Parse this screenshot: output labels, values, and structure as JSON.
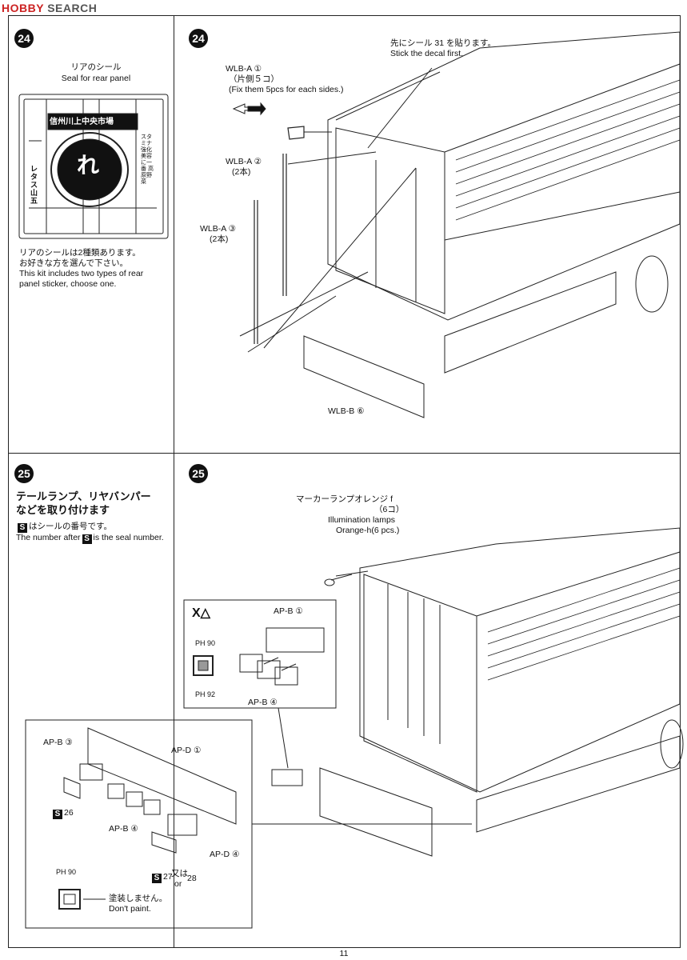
{
  "watermark": {
    "brand": "HOBBY",
    "suffix": "SEARCH"
  },
  "steps": {
    "s24": "24",
    "s25": "25"
  },
  "rear_seal": {
    "title_jp": "リアのシール",
    "title_en": "Seal for rear panel",
    "note_jp_1": "リアのシールは2種類あります。",
    "note_jp_2": "お好きな方を選んで下さい。",
    "note_en_1": "This kit includes two types of rear",
    "note_en_2": "panel sticker, choose one.",
    "decal_banner": "信州川上中央市場",
    "decal_left": "レタス山五",
    "decal_right": "スタミナ強化 美容に一番 高原野菜",
    "decal_center": "れ"
  },
  "step24": {
    "decal_note_jp": "先にシール 31 を貼ります。",
    "decal_note_en": "Stick the decal first.",
    "wlba1": "WLB-A ①",
    "wlba1_jp": "（片側５コ）",
    "wlba1_en": "(Fix them 5pcs for each sides.)",
    "wlba2": "WLB-A ②",
    "wlba2_qty": "(2本)",
    "wlba3": "WLB-A ③",
    "wlba3_qty": "(2本)",
    "wlbb6": "WLB-B ⑥"
  },
  "step25": {
    "heading_jp_1": "テールランプ、リヤバンパー",
    "heading_jp_2": "などを取り付けます",
    "s_note_jp": "はシールの番号です。",
    "s_note_en_1": "The number after",
    "s_note_en_2": "is the seal number.",
    "s_letter": "S",
    "marker_jp": "マーカーランプオレンジ f",
    "marker_qty": "（6コ）",
    "marker_en_1": "Illumination lamps",
    "marker_en_2": "Orange-h(6 pcs.)",
    "apb1": "AP-B ①",
    "apb4_top": "AP-B ④",
    "ph90": "PH 90",
    "ph92": "PH 92",
    "apb3": "AP-B ③",
    "apd1": "AP-D ①",
    "apb4_low": "AP-B ④",
    "apd4": "AP-D ④",
    "seal26": "26",
    "seal27": "27",
    "or_jp": "又は",
    "or_en": "or",
    "seal28": "28",
    "ph90b": "PH 90",
    "nopaint_jp": "塗装しません。",
    "nopaint_en": "Don't paint."
  },
  "page_number": "11"
}
